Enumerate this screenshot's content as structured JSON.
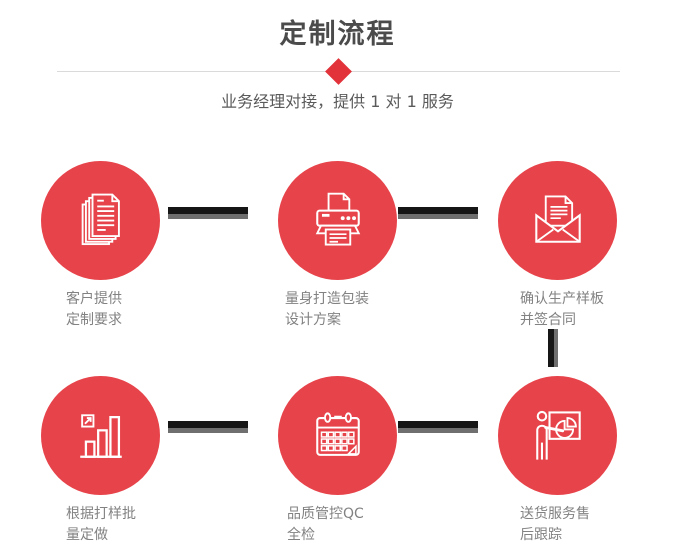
{
  "header": {
    "title": "定制流程",
    "subtitle": "业务经理对接，提供 1 对 1 服务"
  },
  "colors": {
    "accent_red": "#e2333a",
    "circle_red": "#e7434a",
    "connector_black": "#161616",
    "connector_gray": "#6f6f6f",
    "divider_gray": "#dadada",
    "title_gray": "#4b4b4b",
    "label_gray": "#828282"
  },
  "steps": [
    {
      "icon": "documents-icon",
      "label_line1": "客户提供",
      "label_line2": "定制要求"
    },
    {
      "icon": "printer-icon",
      "label_line1": "量身打造包装",
      "label_line2": "设计方案"
    },
    {
      "icon": "envelope-icon",
      "label_line1": "确认生产样板",
      "label_line2": "并签合同"
    },
    {
      "icon": "bar-chart-icon",
      "label_line1": "根据打样批",
      "label_line2": "量定做"
    },
    {
      "icon": "calendar-icon",
      "label_line1": "品质管控QC",
      "label_line2": "全检"
    },
    {
      "icon": "presentation-icon",
      "label_line1": "送货服务售",
      "label_line2": "后跟踪"
    }
  ]
}
